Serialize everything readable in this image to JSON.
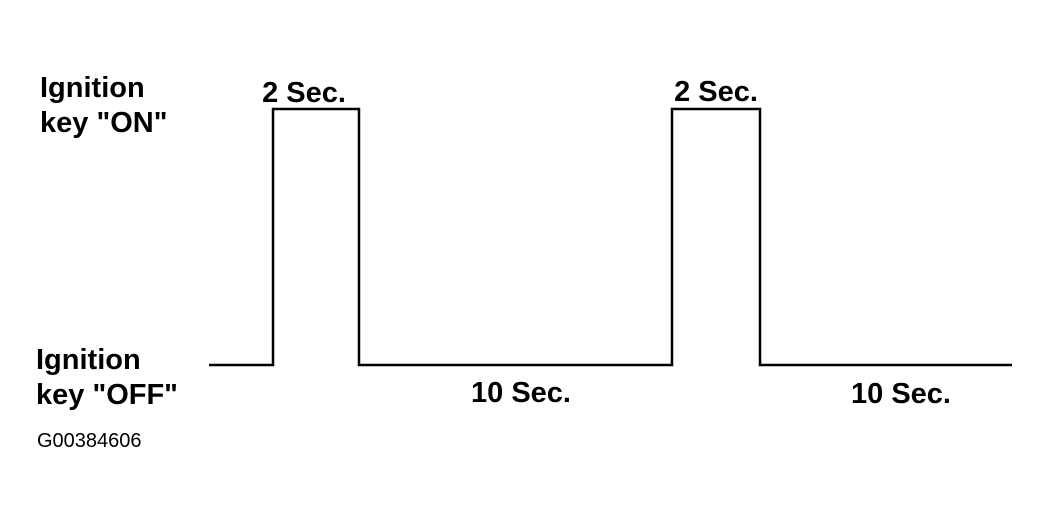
{
  "diagram": {
    "state_labels": {
      "on_line1": "Ignition",
      "on_line2": "key \"ON\"",
      "off_line1": "Ignition",
      "off_line2": "key \"OFF\""
    },
    "pulses": [
      {
        "label": "2 Sec."
      },
      {
        "label": "2 Sec."
      }
    ],
    "gaps": [
      {
        "label": "10 Sec."
      },
      {
        "label": "10 Sec."
      }
    ],
    "figure_id": "G00384606",
    "line_color": "#000000",
    "background_color": "#ffffff"
  }
}
